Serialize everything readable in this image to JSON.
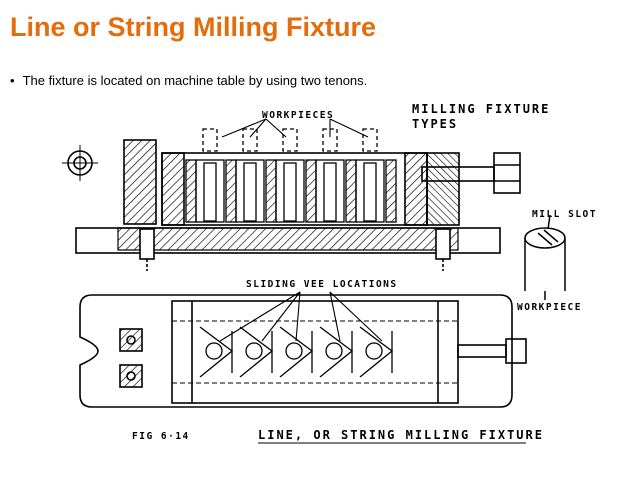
{
  "slide": {
    "title": "Line or String Milling Fixture",
    "bullet": "The fixture is located on machine table by using two tenons."
  },
  "figure": {
    "label_workpieces": "WORKPIECES",
    "label_milling_fixture": "MILLING   FIXTURE",
    "label_types": "TYPES",
    "label_mill_slot": "MILL SLOT",
    "label_workpiece": "WORKPIECE",
    "label_sliding_vee": "SLIDING VEE LOCATIONS",
    "label_fig": "FIG  6·14",
    "label_caption": "LINE, OR STRING MILLING FIXTURE"
  }
}
